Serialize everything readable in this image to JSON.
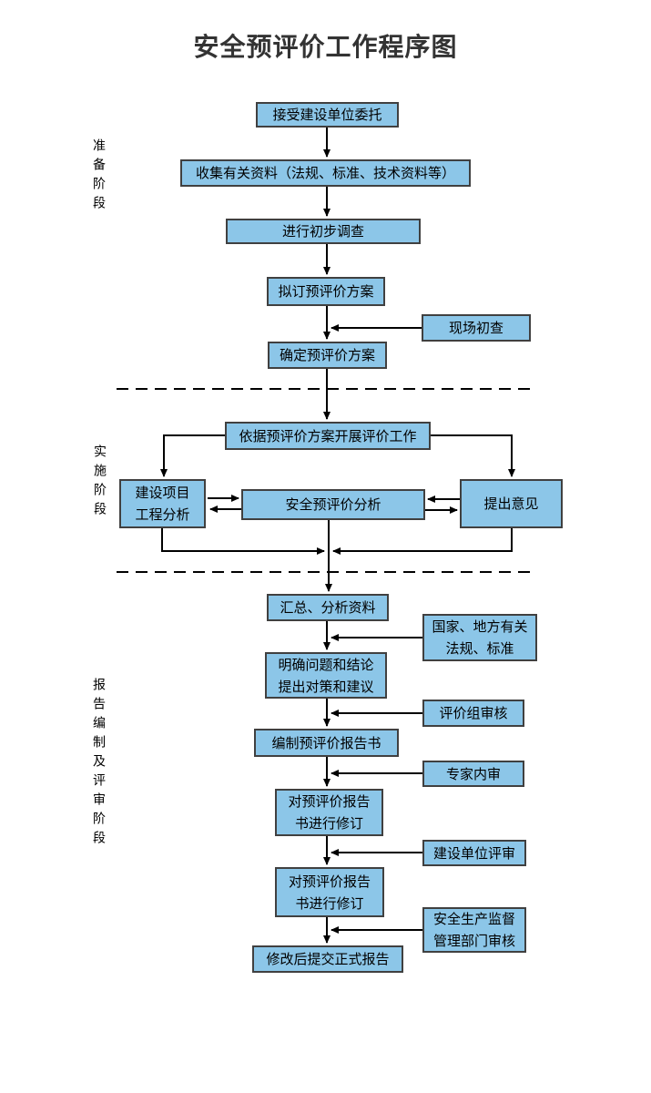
{
  "title": "安全预评价工作程序图",
  "colors": {
    "node_fill": "#8CC6E8",
    "node_border": "#404040",
    "connector": "#000000"
  },
  "phase_labels": {
    "preparation": "准备阶段",
    "implementation": "实施阶段",
    "reporting": "报告编制及评审阶段"
  },
  "nodes": {
    "accept": {
      "label": "接受建设单位委托"
    },
    "collect": {
      "label": "收集有关资料（法规、标准、技术资料等）"
    },
    "survey": {
      "label": "进行初步调查"
    },
    "draft_plan": {
      "label": "拟订预评价方案"
    },
    "site_check": {
      "label": "现场初查"
    },
    "confirm_plan": {
      "label": "确定预评价方案"
    },
    "carry_out": {
      "label": "依据预评价方案开展评价工作"
    },
    "project_analysis": {
      "line1": "建设项目",
      "line2": "工程分析"
    },
    "pre_eval_analysis": {
      "label": "安全预评价分析"
    },
    "opinions": {
      "label": "提出意见"
    },
    "summarize": {
      "label": "汇总、分析资料"
    },
    "laws": {
      "line1": "国家、地方有关",
      "line2": "法规、标准"
    },
    "clarify": {
      "line1": "明确问题和结论",
      "line2": "提出对策和建议"
    },
    "group_review": {
      "label": "评价组审核"
    },
    "compile_report": {
      "label": "编制预评价报告书"
    },
    "expert_review": {
      "label": "专家内审"
    },
    "revise1": {
      "line1": "对预评价报告",
      "line2": "书进行修订"
    },
    "owner_review": {
      "label": "建设单位评审"
    },
    "revise2": {
      "line1": "对预评价报告",
      "line2": "书进行修订"
    },
    "authority_review": {
      "line1": "安全生产监督",
      "line2": "管理部门审核"
    },
    "final_report": {
      "label": "修改后提交正式报告"
    }
  }
}
